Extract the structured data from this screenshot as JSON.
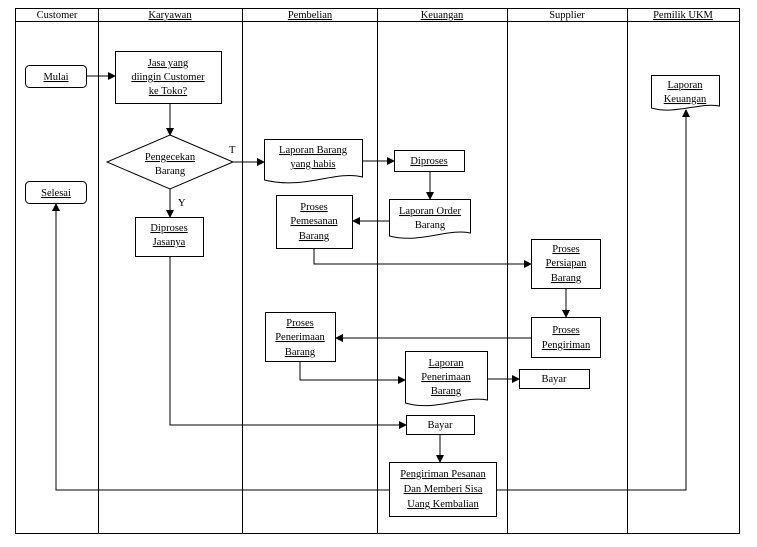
{
  "lanes": [
    "Customer",
    "Karyawan",
    "Pembelian",
    "Keuangan",
    "Supplier",
    "Pemilik UKM"
  ],
  "nodes": {
    "mulai": [
      "Mulai"
    ],
    "selesai": [
      "Selesai"
    ],
    "jasa": [
      "Jasa yang",
      "diingin Customer",
      "ke Toko?"
    ],
    "pengecekan": [
      "Pengecekan",
      "Barang"
    ],
    "diproses_jasa": [
      "Diproses",
      "Jasanya"
    ],
    "laporan_habis": [
      "Laporan Barang",
      "yang habis"
    ],
    "diproses": [
      "Diproses"
    ],
    "laporan_order": [
      "Laporan Order",
      "Barang"
    ],
    "proses_pemesanan": [
      "Proses",
      "Pemesanan",
      "Barang"
    ],
    "proses_persiapan": [
      "Proses",
      "Persiapan",
      "Barang"
    ],
    "proses_pengiriman": [
      "Proses",
      "Pengiriman"
    ],
    "proses_penerimaan": [
      "Proses",
      "Penerimaan",
      "Barang"
    ],
    "laporan_penerimaan": [
      "Laporan",
      "Penerimaan",
      "Barang"
    ],
    "bayar1": [
      "Bayar"
    ],
    "bayar2": [
      "Bayar"
    ],
    "pengiriman_pesanan": [
      "Pengiriman Pesanan",
      "Dan Memberi Sisa",
      "Uang Kembalian"
    ],
    "laporan_keuangan": [
      "Laporan",
      "Keuangan"
    ]
  },
  "edge_labels": {
    "t": "T",
    "y": "Y"
  }
}
